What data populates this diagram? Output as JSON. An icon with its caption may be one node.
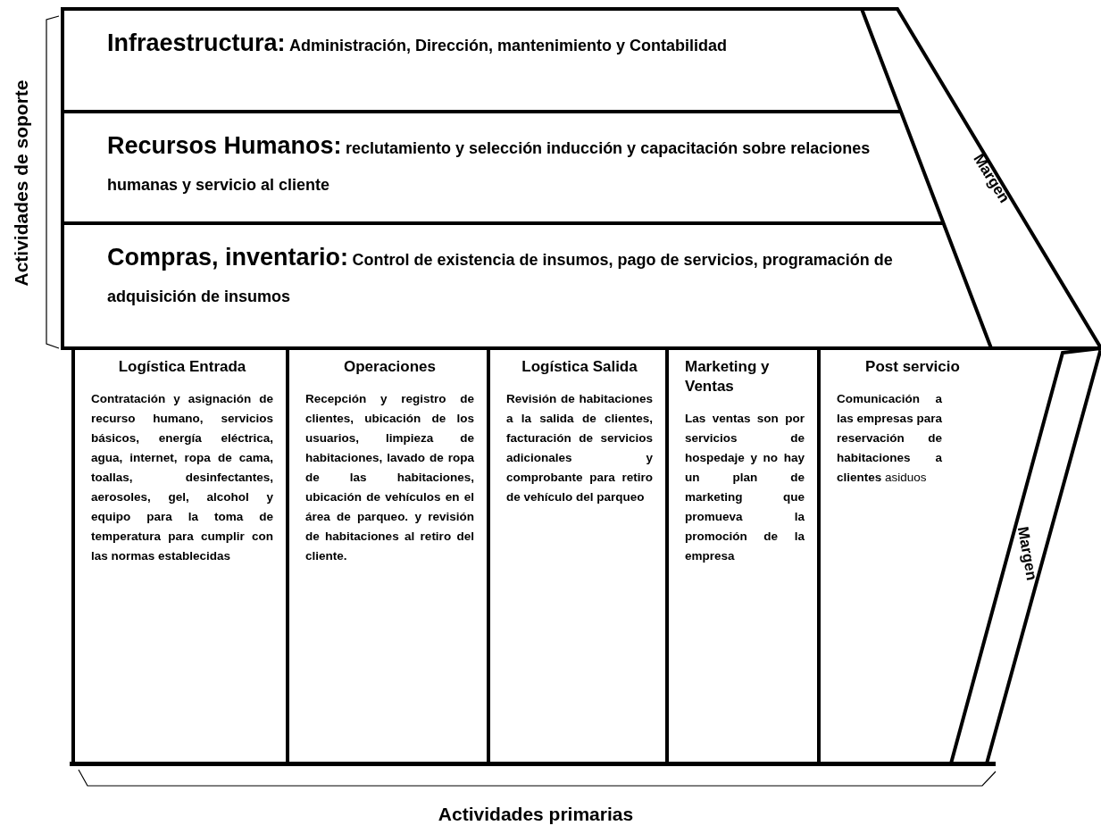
{
  "diagram": {
    "nodes": [
      {
        "text": [
          "Infraestructura:",
          "Administración, Dirección, mantenimiento y Contabilidad"
        ]
      },
      {
        "text": [
          "Recursos Humanos:",
          "reclutamiento y selección inducción y capacitación sobre relaciones humanas y servicio al cliente"
        ]
      },
      {
        "text": [
          "Compras, inventario:",
          "Control de existencia de insumos, pago de servicios, programación de adquisición de insumos"
        ]
      },
      {
        "text": [
          "Margen"
        ]
      },
      {
        "text": [
          "Logística Entrada",
          "Contratación y asignación de recurso humano, servicios básicos, energía eléctrica, agua, internet, ropa de cama, toallas, desinfectantes, aerosoles, gel, alcohol y equipo para la toma de temperatura para cumplir con las normas establecidas"
        ]
      },
      {
        "text": [
          "Operaciones",
          "Recepción y registro de clientes, ubicación de los usuarios, limpieza de habitaciones, lavado de ropa de las habitaciones, ubicación de vehículos en el área de parqueo. y revisión de habitaciones al retiro del cliente."
        ]
      },
      {
        "text": [
          "Logística Salida",
          "Revisión de habitaciones a la salida de clientes, facturación de servicios adicionales y comprobante para retiro de vehículo del parqueo"
        ]
      },
      {
        "text": [
          "Marketing y Ventas",
          "Las ventas son por servicios de hospedaje y no hay un plan de marketing que promueva la promoción de la empresa"
        ]
      },
      {
        "text": [
          "Post servicio",
          "**Comunicación a las empresas para reservación de habitaciones a clientes** asiduos"
        ]
      },
      {
        "text": [
          "Margen"
        ]
      }
    ],
    "labels": [
      "Actividades de soporte",
      "Actividades primarias"
    ]
  }
}
